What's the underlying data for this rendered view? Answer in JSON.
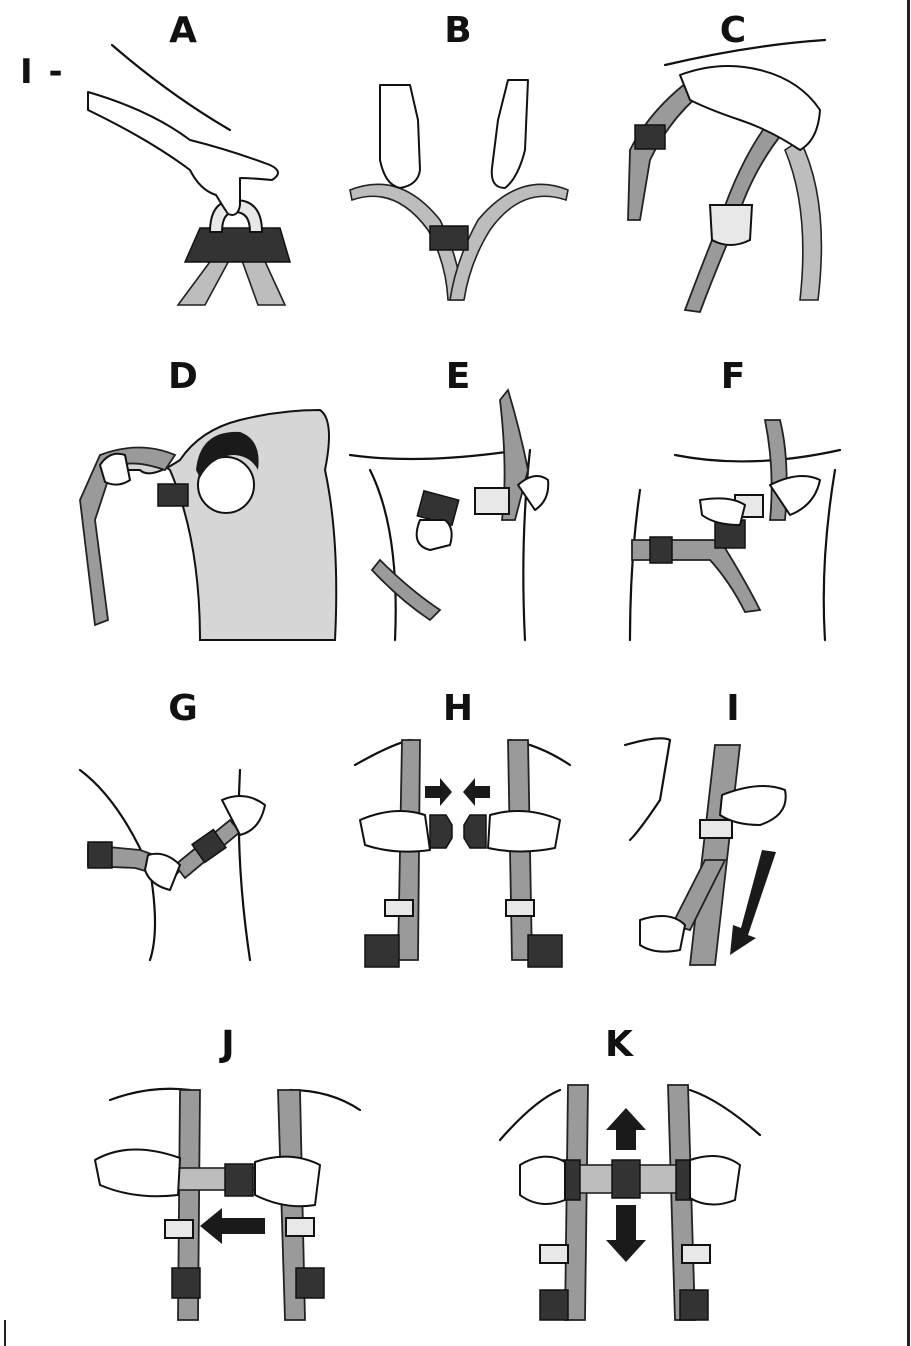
{
  "section": {
    "label": "I -"
  },
  "panels": [
    {
      "letter": "A"
    },
    {
      "letter": "B"
    },
    {
      "letter": "C"
    },
    {
      "letter": "D"
    },
    {
      "letter": "E"
    },
    {
      "letter": "F"
    },
    {
      "letter": "G"
    },
    {
      "letter": "H"
    },
    {
      "letter": "I"
    },
    {
      "letter": "J"
    },
    {
      "letter": "K"
    }
  ],
  "colors": {
    "strap": "#9a9a9a",
    "buckle": "#333333",
    "ink": "#111111"
  }
}
